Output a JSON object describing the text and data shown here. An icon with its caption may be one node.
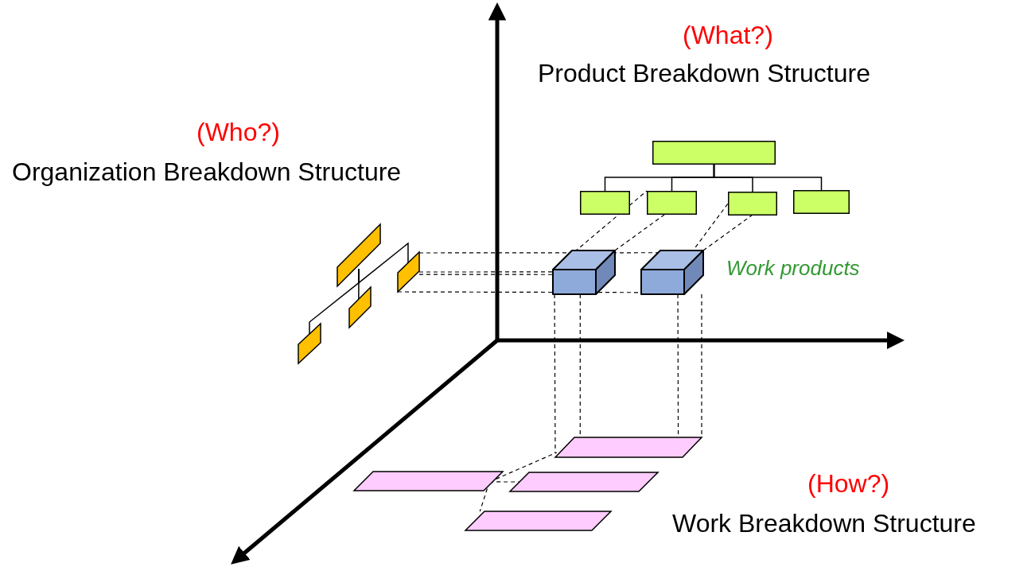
{
  "diagram": {
    "nodes": [
      {
        "text": [],
        "shape": "box"
      },
      {
        "text": [],
        "shape": "box"
      },
      {
        "text": [],
        "shape": "box"
      },
      {
        "text": [],
        "shape": "box"
      },
      {
        "text": [],
        "shape": "box"
      },
      {
        "text": [],
        "shape": "parallelogram"
      },
      {
        "text": [],
        "shape": "parallelogram"
      },
      {
        "text": [],
        "shape": "parallelogram"
      },
      {
        "text": [],
        "shape": "parallelogram"
      },
      {
        "text": [],
        "shape": "cube"
      },
      {
        "text": [],
        "shape": "cube"
      },
      {
        "text": [],
        "shape": "parallelogram"
      },
      {
        "text": [],
        "shape": "parallelogram"
      },
      {
        "text": [],
        "shape": "parallelogram"
      },
      {
        "text": [],
        "shape": "parallelogram"
      }
    ],
    "edges": [
      {
        "from": 0,
        "to": 1,
        "arrow": "none"
      },
      {
        "from": 0,
        "to": 2,
        "arrow": "none"
      },
      {
        "from": 0,
        "to": 3,
        "arrow": "none"
      },
      {
        "from": 0,
        "to": 4,
        "arrow": "none"
      },
      {
        "from": 5,
        "to": 6,
        "arrow": "none"
      },
      {
        "from": 5,
        "to": 7,
        "arrow": "none"
      },
      {
        "from": 5,
        "to": 8,
        "arrow": "none"
      },
      {
        "from": 12,
        "to": 11,
        "arrow": "none",
        "style": "dashed"
      },
      {
        "from": 12,
        "to": 13,
        "arrow": "none",
        "style": "dashed"
      },
      {
        "from": 12,
        "to": 14,
        "arrow": "none",
        "style": "dashed"
      },
      {
        "from": 9,
        "to": 2,
        "arrow": "none",
        "style": "dashed"
      },
      {
        "from": 10,
        "to": 3,
        "arrow": "none",
        "style": "dashed"
      },
      {
        "from": 8,
        "to": 9,
        "arrow": "none",
        "style": "dashed"
      },
      {
        "from": 8,
        "to": 10,
        "arrow": "none",
        "style": "dashed"
      },
      {
        "from": 9,
        "to": 11,
        "arrow": "none",
        "style": "dashed"
      },
      {
        "from": 10,
        "to": 11,
        "arrow": "none",
        "style": "dashed"
      },
      {
        "from": 9,
        "to": 2,
        "arrow": "none",
        "style": "dashed"
      },
      {
        "from": 10,
        "to": 3,
        "arrow": "none",
        "style": "dashed"
      },
      {
        "from": 9,
        "to": 11,
        "arrow": "none",
        "style": "dashed"
      },
      {
        "from": 10,
        "to": 11,
        "arrow": "none",
        "style": "dashed"
      },
      {
        "from": 8,
        "to": 10,
        "arrow": "none",
        "style": "dashed"
      },
      {
        "from": 8,
        "to": 9,
        "arrow": "none",
        "style": "dashed"
      }
    ],
    "labels": [
      "(What?)",
      "Product Breakdown Structure",
      "(Who?)",
      "Organization Breakdown Structure",
      "Work products",
      "(How?)",
      "Work Breakdown Structure"
    ]
  }
}
